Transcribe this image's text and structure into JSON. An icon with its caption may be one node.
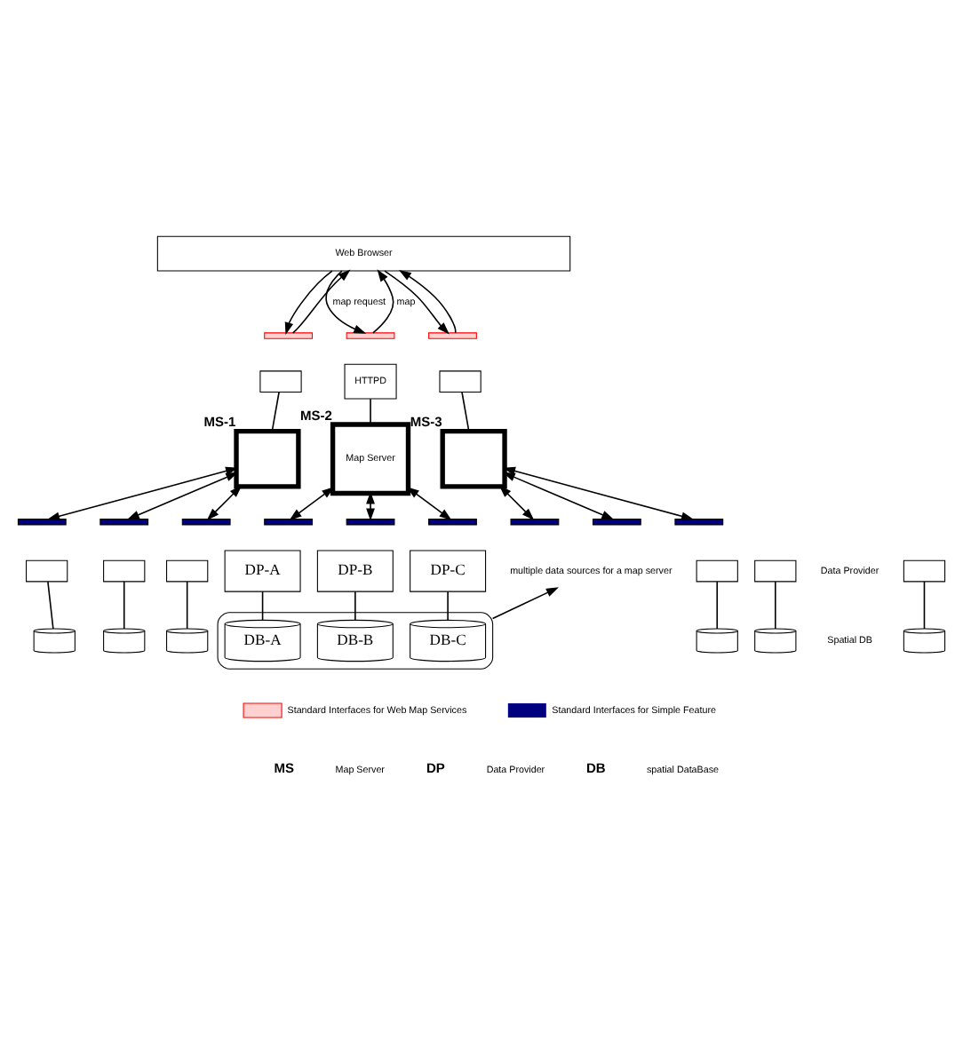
{
  "diagram": {
    "nodes": [
      {
        "text": [
          "Web Browser"
        ]
      },
      {
        "text": [],
        "shape": "bar"
      },
      {
        "text": [],
        "shape": "box"
      },
      {
        "text": [],
        "shape": "box",
        "beside": [
          "MS-1"
        ]
      },
      {
        "text": [],
        "shape": "bar"
      },
      {
        "text": [],
        "shape": "bar"
      },
      {
        "text": [],
        "shape": "bar"
      },
      {
        "text": [],
        "shape": "box"
      },
      {
        "text": [],
        "shape": "box"
      },
      {
        "text": [],
        "shape": "box"
      },
      {
        "text": [],
        "shape": "cylinder"
      },
      {
        "text": [],
        "shape": "cylinder"
      },
      {
        "text": [],
        "shape": "cylinder"
      },
      {
        "text": [],
        "shape": "bar"
      },
      {
        "text": [
          "HTTPD"
        ]
      },
      {
        "text": [
          "Map Server"
        ],
        "beside": [
          "MS-2"
        ]
      },
      {
        "text": [],
        "shape": "bar"
      },
      {
        "text": [],
        "shape": "bar"
      },
      {
        "text": [],
        "shape": "bar"
      },
      {
        "text": [
          "DP-A"
        ]
      },
      {
        "text": [
          "DP-B"
        ]
      },
      {
        "text": [
          "DP-C"
        ]
      },
      {
        "text": [],
        "shape": "ellipse"
      },
      {
        "text": [
          "DB-A"
        ],
        "in": 22
      },
      {
        "text": [
          "DB-B"
        ],
        "in": 22
      },
      {
        "text": [
          "DB-C"
        ],
        "in": 22
      },
      {
        "text": [],
        "shape": "bar"
      },
      {
        "text": [],
        "shape": "box"
      },
      {
        "text": [],
        "shape": "box",
        "beside": [
          "MS-3"
        ]
      },
      {
        "text": [],
        "shape": "bar"
      },
      {
        "text": [],
        "shape": "bar"
      },
      {
        "text": [],
        "shape": "bar"
      },
      {
        "text": [],
        "shape": "box"
      },
      {
        "text": [],
        "shape": "box"
      },
      {
        "text": [],
        "shape": "box"
      },
      {
        "text": [],
        "shape": "cylinder"
      },
      {
        "text": [],
        "shape": "cylinder"
      },
      {
        "text": [],
        "shape": "cylinder"
      },
      {
        "text": [
          "multiple data sources for a map server"
        ]
      }
    ],
    "edges": [
      {
        "from": 0,
        "to": 1,
        "arrow": "to"
      },
      {
        "from": 1,
        "to": 0,
        "arrow": "to"
      },
      {
        "from": 2,
        "to": 3,
        "arrow": "none"
      },
      {
        "from": 3,
        "to": 4,
        "arrow": "both"
      },
      {
        "from": 3,
        "to": 5,
        "arrow": "both"
      },
      {
        "from": 3,
        "to": 6,
        "arrow": "both"
      },
      {
        "from": 7,
        "to": 10,
        "arrow": "none"
      },
      {
        "from": 8,
        "to": 11,
        "arrow": "none"
      },
      {
        "from": 9,
        "to": 12,
        "arrow": "none"
      },
      {
        "from": 0,
        "to": 13,
        "arrow": "to",
        "label": "map request"
      },
      {
        "from": 13,
        "to": 0,
        "arrow": "to",
        "label": "map"
      },
      {
        "from": 14,
        "to": 15,
        "arrow": "none"
      },
      {
        "from": 15,
        "to": 16,
        "arrow": "both"
      },
      {
        "from": 15,
        "to": 17,
        "arrow": "both"
      },
      {
        "from": 15,
        "to": 18,
        "arrow": "both"
      },
      {
        "from": 19,
        "to": 23,
        "arrow": "none"
      },
      {
        "from": 20,
        "to": 24,
        "arrow": "none"
      },
      {
        "from": 21,
        "to": 25,
        "arrow": "none"
      },
      {
        "from": 22,
        "to": 38,
        "arrow": "to"
      },
      {
        "from": 0,
        "to": 26,
        "arrow": "to"
      },
      {
        "from": 26,
        "to": 0,
        "arrow": "to"
      },
      {
        "from": 27,
        "to": 28,
        "arrow": "none"
      },
      {
        "from": 28,
        "to": 29,
        "arrow": "both"
      },
      {
        "from": 28,
        "to": 30,
        "arrow": "both"
      },
      {
        "from": 28,
        "to": 31,
        "arrow": "both"
      },
      {
        "from": 32,
        "to": 35,
        "arrow": "none"
      },
      {
        "from": 33,
        "to": 36,
        "arrow": "none"
      },
      {
        "from": 34,
        "to": 37,
        "arrow": "none"
      }
    ],
    "labels": [
      "Data Provider",
      "Spatial DB",
      "MS",
      "Map Server",
      "DP",
      "Data Provider",
      "DB",
      "spatial DataBase"
    ],
    "legend": [
      {
        "text": "Standard Interfaces for Web Map Services"
      },
      {
        "text": "Standard Interfaces for Simple Feature",
        "color": "#000080"
      }
    ]
  }
}
